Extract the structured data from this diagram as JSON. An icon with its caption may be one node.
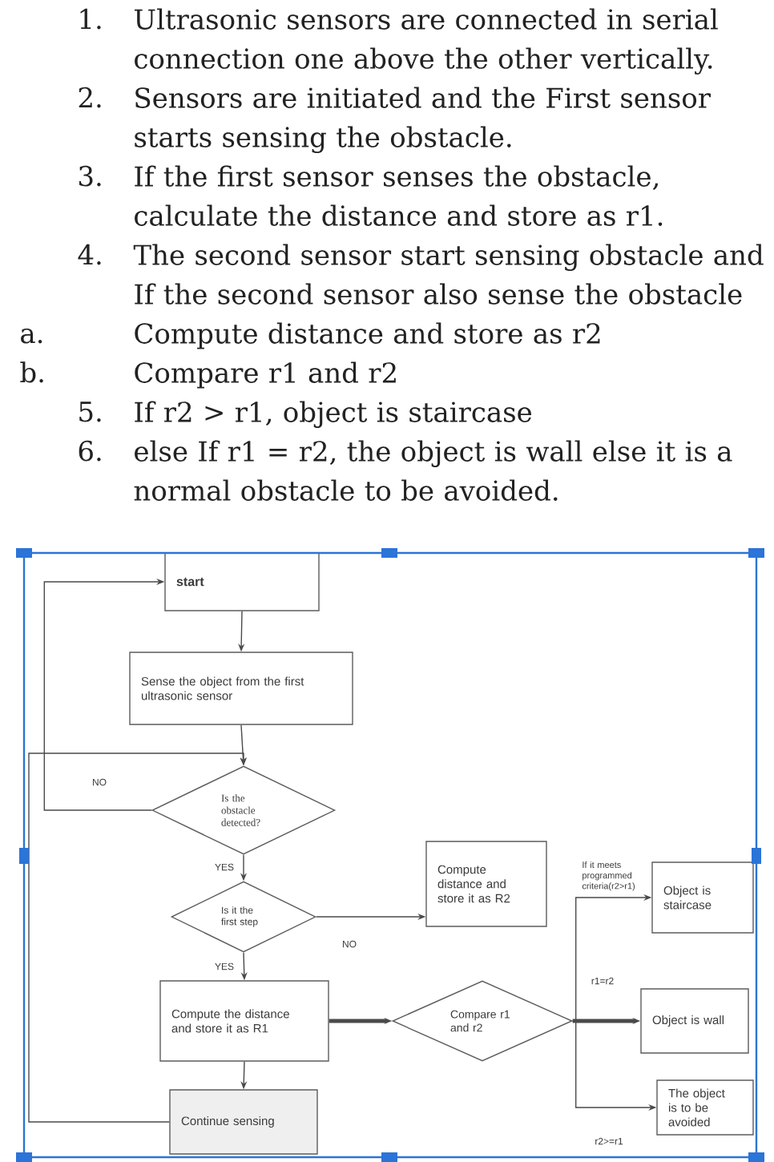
{
  "diagram": {
    "nodes": [
      {
        "text": [
          "start"
        ]
      },
      {
        "text": [
          "Sense the object from the first ultrasonic sensor"
        ]
      },
      {
        "text": [
          "Is the obstacle detected?"
        ]
      },
      {
        "text": [
          "Is it the first step"
        ]
      },
      {
        "text": [
          "Compute the distance and store it as R1"
        ]
      },
      {
        "text": [
          "Continue sensing"
        ]
      },
      {
        "text": [
          "Compute distance and store it as R2"
        ]
      },
      {
        "text": [
          "Compare r1 and r2"
        ]
      },
      {
        "text": [
          "Object is staircase"
        ]
      },
      {
        "text": [
          "Object is wall"
        ]
      },
      {
        "text": [
          "The object is to be avoided"
        ]
      }
    ],
    "edges": [
      {
        "from": 0,
        "to": 1,
        "arrow": "to"
      },
      {
        "from": 1,
        "to": 2,
        "arrow": "to"
      },
      {
        "from": 2,
        "to": 0,
        "arrow": "to",
        "label": "NO"
      },
      {
        "from": 2,
        "to": 3,
        "arrow": "to",
        "label": "YES"
      },
      {
        "from": 3,
        "to": 4,
        "arrow": "to",
        "label": "YES"
      },
      {
        "from": 3,
        "to": 6,
        "arrow": "to",
        "label": "NO"
      },
      {
        "from": 4,
        "to": 7,
        "arrow": "to",
        "style": "thick"
      },
      {
        "from": 4,
        "to": 5,
        "arrow": "to"
      },
      {
        "from": 5,
        "to": 2,
        "arrow": "to"
      },
      {
        "from": 7,
        "to": 8,
        "arrow": "to",
        "label": "If it meets programmed criteria(r2>r1)"
      },
      {
        "from": 7,
        "to": 9,
        "arrow": "to",
        "label": "r1=r2",
        "style": "thick"
      },
      {
        "from": 7,
        "to": 10,
        "arrow": "to",
        "label": "r2>=r1"
      }
    ],
    "labels": [
      "1.",
      "Ultrasonic sensors are connected in serial connection one above the other vertically.",
      "2.",
      "Sensors are initiated and the First sensor starts sensing the obstacle.",
      "3.",
      "If the first sensor senses the obstacle, calculate the distance and store as r1.",
      "4.",
      "The second sensor start sensing obstacle and If the second sensor also sense the obstacle",
      "a.",
      "Compute distance and store as r2",
      "b.",
      "Compare r1 and r2",
      "5.",
      "If r2 > r1, object is staircase",
      "6.",
      "else If r1 = r2, the object is wall else it is a normal obstacle to be avoided."
    ]
  }
}
